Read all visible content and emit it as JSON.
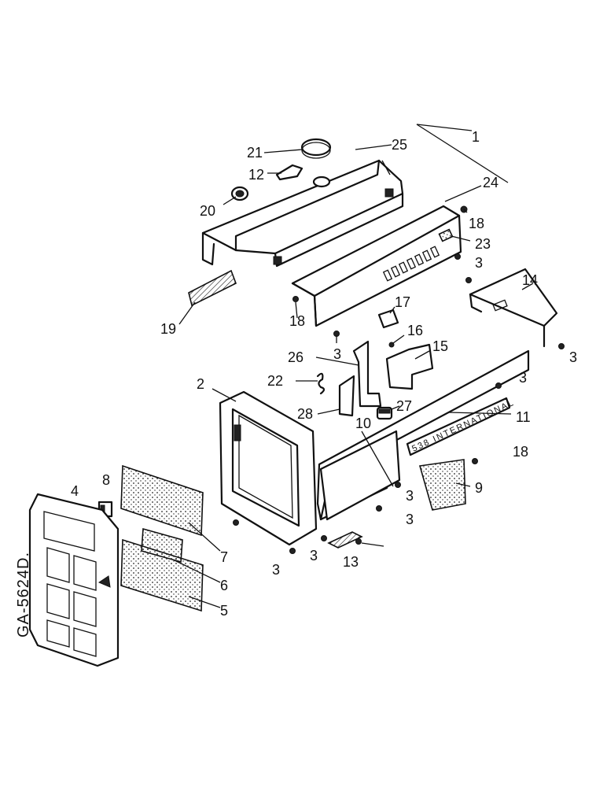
{
  "drawing": {
    "reference": "GA-5624D.",
    "decal_text": "538  INTERNATIONAL"
  },
  "callouts": [
    {
      "id": "c1",
      "text": "1"
    },
    {
      "id": "c25",
      "text": "25"
    },
    {
      "id": "c24",
      "text": "24"
    },
    {
      "id": "c21",
      "text": "21"
    },
    {
      "id": "c12",
      "text": "12"
    },
    {
      "id": "c20",
      "text": "20"
    },
    {
      "id": "c18a",
      "text": "18"
    },
    {
      "id": "c23",
      "text": "23"
    },
    {
      "id": "c3a",
      "text": "3"
    },
    {
      "id": "c14",
      "text": "14"
    },
    {
      "id": "c19",
      "text": "19"
    },
    {
      "id": "c18b",
      "text": "18"
    },
    {
      "id": "c17",
      "text": "17"
    },
    {
      "id": "c3b",
      "text": "3"
    },
    {
      "id": "c16",
      "text": "16"
    },
    {
      "id": "c15",
      "text": "15"
    },
    {
      "id": "c26",
      "text": "26"
    },
    {
      "id": "c3c",
      "text": "3"
    },
    {
      "id": "c22",
      "text": "22"
    },
    {
      "id": "c2",
      "text": "2"
    },
    {
      "id": "c3d",
      "text": "3"
    },
    {
      "id": "c28",
      "text": "28"
    },
    {
      "id": "c27",
      "text": "27"
    },
    {
      "id": "c10",
      "text": "10"
    },
    {
      "id": "c11",
      "text": "11"
    },
    {
      "id": "c18c",
      "text": "18"
    },
    {
      "id": "c8",
      "text": "8"
    },
    {
      "id": "c4",
      "text": "4"
    },
    {
      "id": "c9",
      "text": "9"
    },
    {
      "id": "c3e",
      "text": "3"
    },
    {
      "id": "c3f",
      "text": "3"
    },
    {
      "id": "c7",
      "text": "7"
    },
    {
      "id": "c3g",
      "text": "3"
    },
    {
      "id": "c3h",
      "text": "3"
    },
    {
      "id": "c13",
      "text": "13"
    },
    {
      "id": "c6",
      "text": "6"
    },
    {
      "id": "c5",
      "text": "5"
    }
  ]
}
